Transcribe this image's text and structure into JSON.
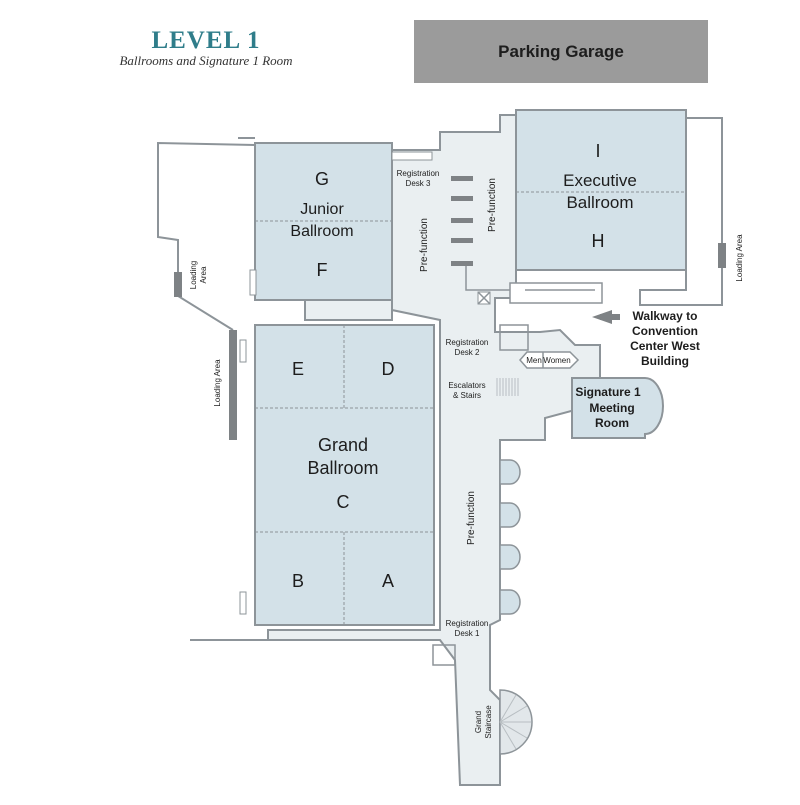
{
  "header": {
    "title": "LEVEL 1",
    "subtitle": "Ballrooms and Signature 1 Room"
  },
  "parking": {
    "label": "Parking Garage"
  },
  "junior_ballroom": {
    "section_top": "G",
    "name_line1": "Junior",
    "name_line2": "Ballroom",
    "section_bottom": "F"
  },
  "executive_ballroom": {
    "section_top": "I",
    "name_line1": "Executive",
    "name_line2": "Ballroom",
    "section_bottom": "H"
  },
  "grand_ballroom": {
    "section_e": "E",
    "section_d": "D",
    "name_line1": "Grand",
    "name_line2": "Ballroom",
    "section_c": "C",
    "section_b": "B",
    "section_a": "A"
  },
  "signature_room": {
    "line1": "Signature 1",
    "line2": "Meeting",
    "line3": "Room"
  },
  "walkway": {
    "line1": "Walkway to",
    "line2": "Convention",
    "line3": "Center West",
    "line4": "Building"
  },
  "labels": {
    "reg_desk3_line1": "Registration",
    "reg_desk3_line2": "Desk 3",
    "reg_desk2_line1": "Registration",
    "reg_desk2_line2": "Desk 2",
    "reg_desk1_line1": "Registration",
    "reg_desk1_line2": "Desk 1",
    "prefunction_left": "Pre-function",
    "prefunction_right": "Pre-function",
    "prefunction_main": "Pre-function",
    "escalators_line1": "Escalators",
    "escalators_line2": "& Stairs",
    "restroom_men": "Men",
    "restroom_women": "Women",
    "loading_left_line1": "Loading",
    "loading_left_line2": "Area",
    "loading_mid": "Loading Area",
    "loading_right": "Loading Area",
    "grand_staircase_line1": "Grand",
    "grand_staircase_line2": "Staircase"
  }
}
